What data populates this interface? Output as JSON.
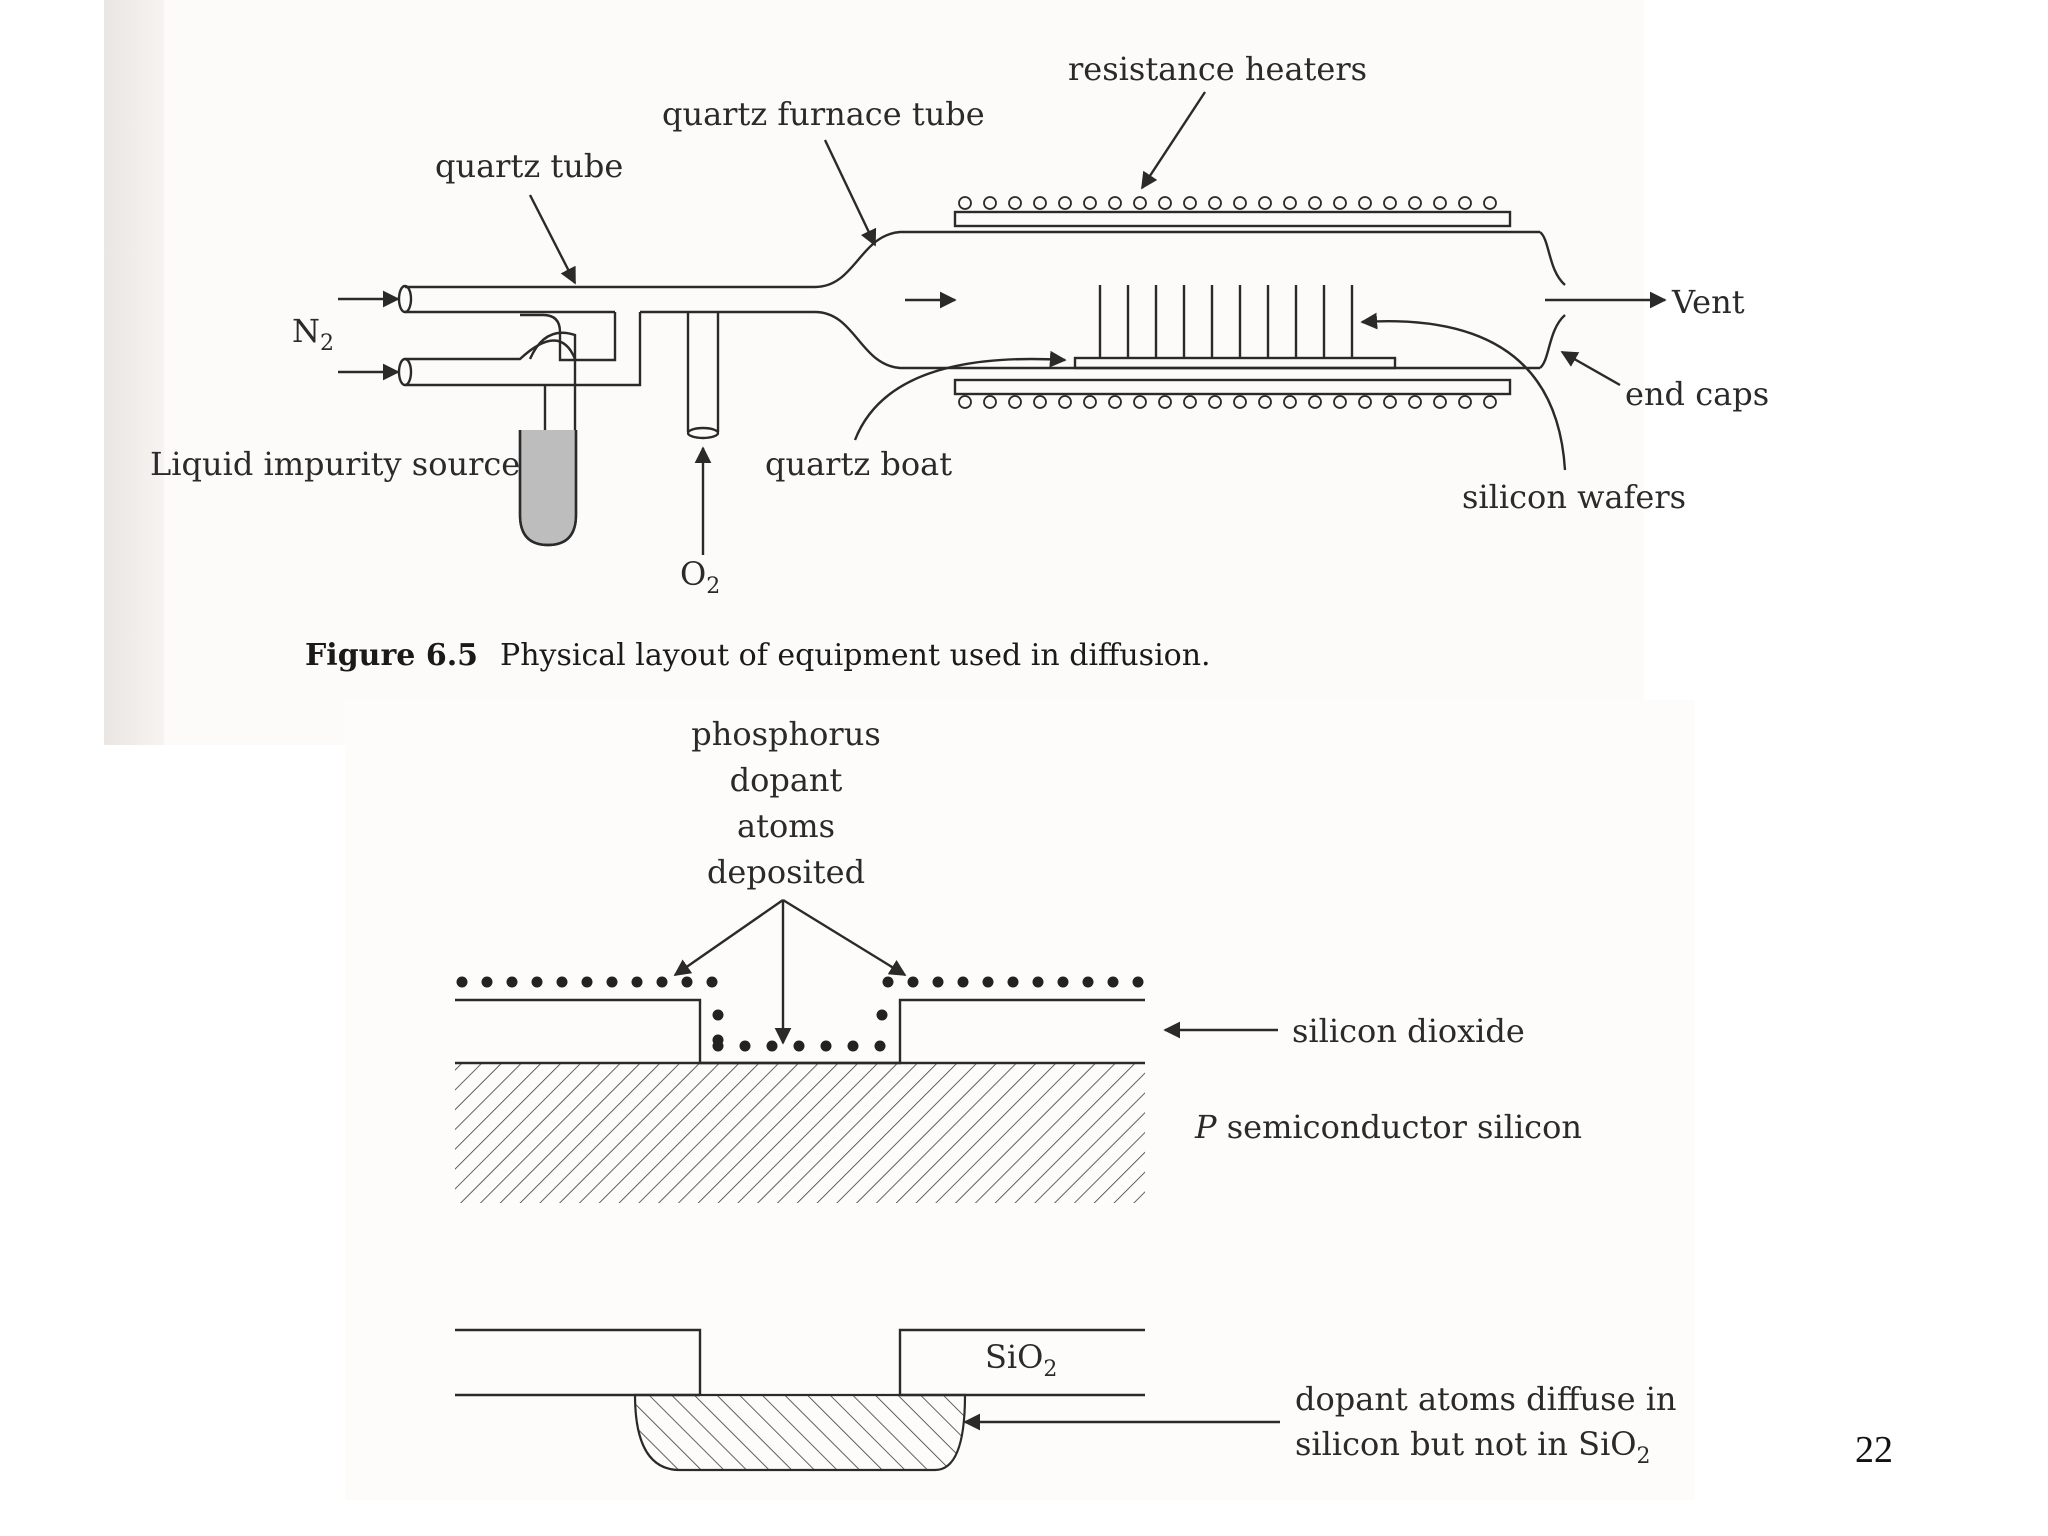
{
  "figure_top": {
    "labels": {
      "resistance_heaters": "resistance heaters",
      "quartz_furnace_tube": "quartz furnace tube",
      "quartz_tube": "quartz tube",
      "n2": "N",
      "n2_sub": "2",
      "vent": "Vent",
      "end_caps": "end caps",
      "liquid_impurity_source": "Liquid impurity source",
      "quartz_boat": "quartz boat",
      "silicon_wafers": "silicon wafers",
      "o2": "O",
      "o2_sub": "2"
    },
    "caption": {
      "number": "Figure 6.5",
      "text": "Physical layout of equipment used in diffusion."
    }
  },
  "figure_bottom": {
    "labels": {
      "phosphorus_line1": "phosphorus",
      "phosphorus_line2": "dopant",
      "phosphorus_line3": "atoms",
      "phosphorus_line4": "deposited",
      "silicon_dioxide": "silicon dioxide",
      "p_italic": "P",
      "p_semiconductor_rest": " semiconductor silicon",
      "sio2": "SiO",
      "sio2_sub": "2",
      "dopant_line1": "dopant atoms diffuse in",
      "dopant_line2": "silicon but not in SiO",
      "dopant_line2_sub": "2"
    }
  },
  "page_number": "22"
}
